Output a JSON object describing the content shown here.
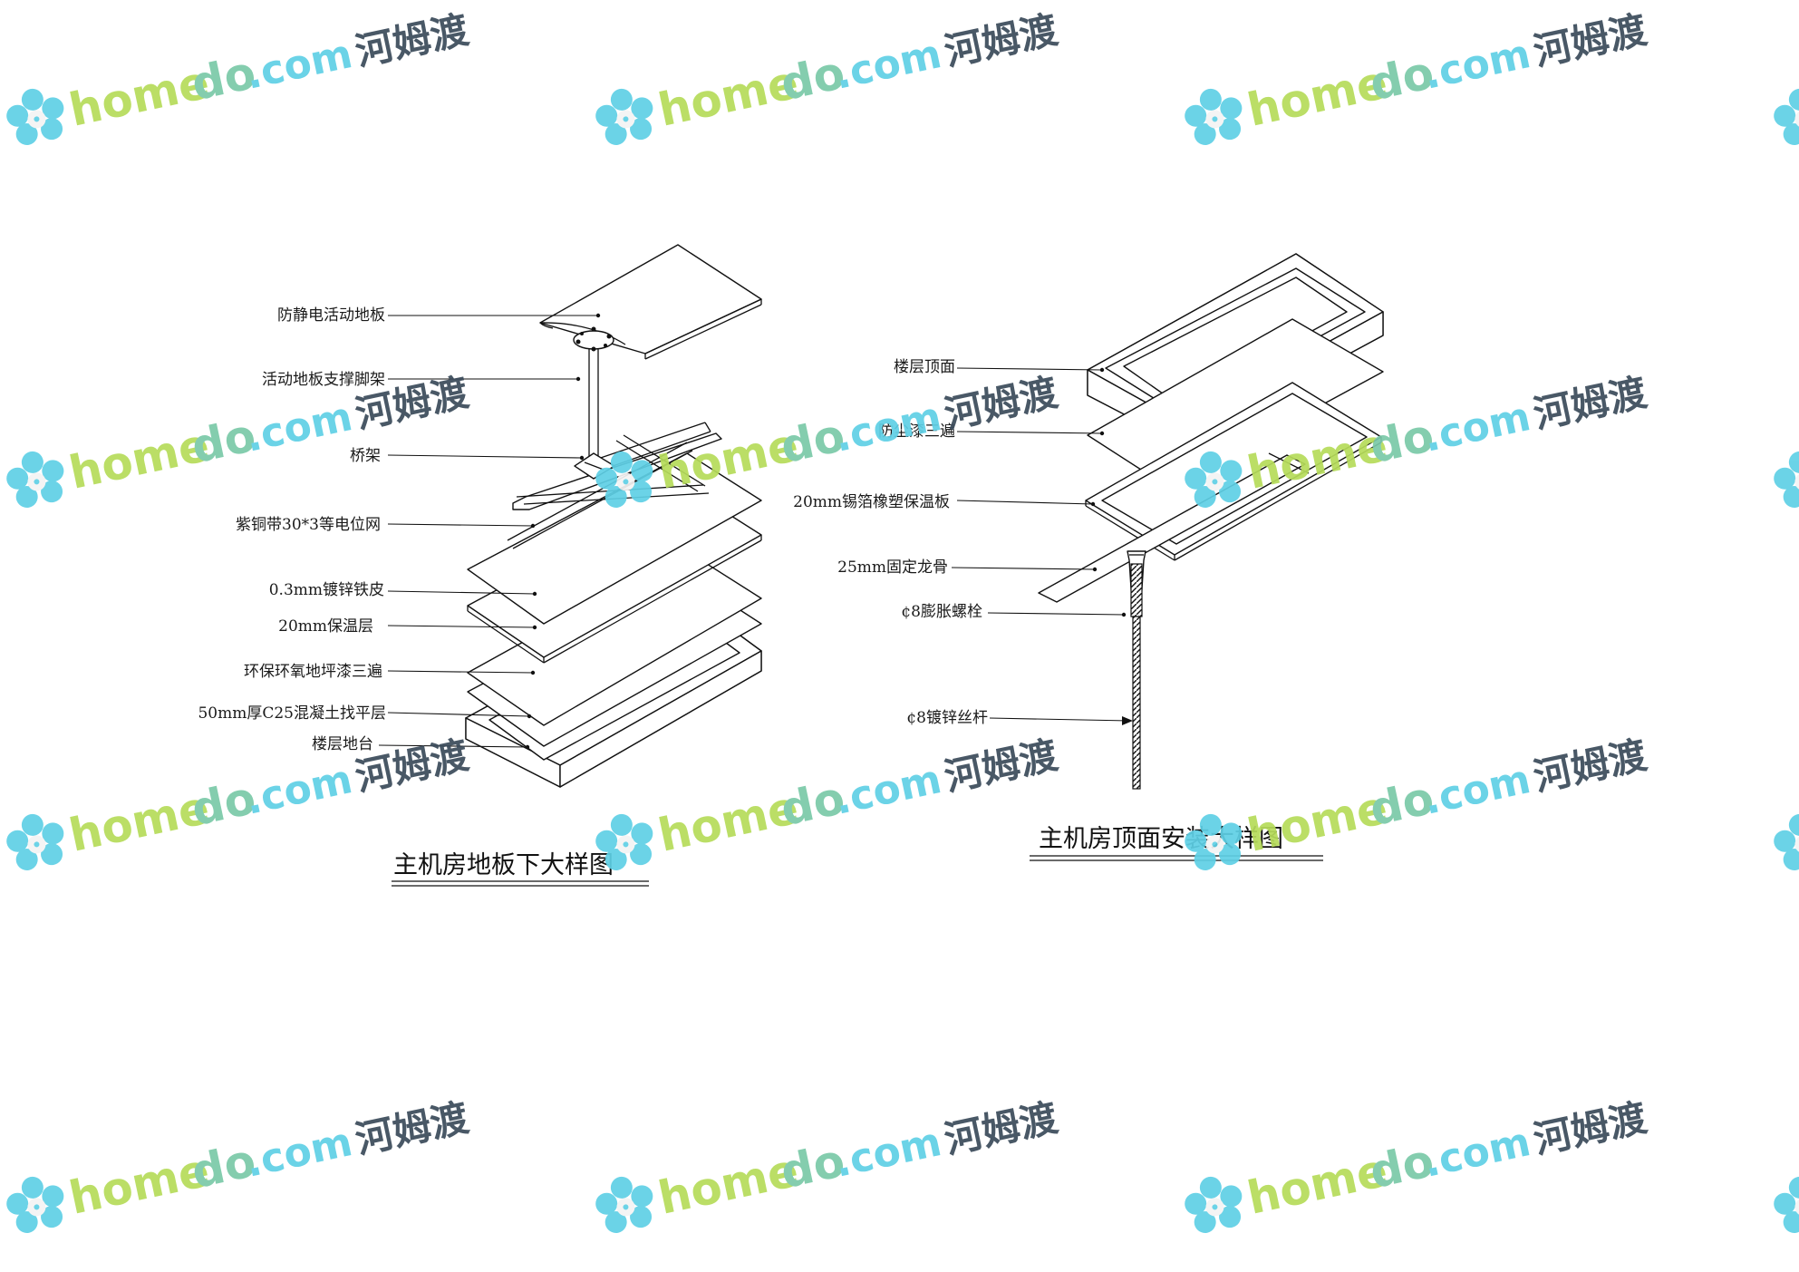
{
  "floor_detail": {
    "title": "主机房地板下大样图",
    "labels": [
      "防静电活动地板",
      "活动地板支撑脚架",
      "桥架",
      "紫铜带30*3等电位网",
      "0.3mm镀锌铁皮",
      "20mm保温层",
      "环保环氧地坪漆三遍",
      "50mm厚C25混凝土找平层",
      "楼层地台"
    ]
  },
  "ceiling_detail": {
    "title": "主机房顶面安装大样图",
    "labels": [
      "楼层顶面",
      "防尘漆三遍",
      "20mm锡箔橡塑保温板",
      "25mm固定龙骨",
      "¢8膨胀螺栓",
      "¢8镀锌丝杆"
    ]
  },
  "watermark": {
    "brand_home": "home",
    "brand_do": "do",
    "brand_com": ".com",
    "brand_cn": "河姆渡",
    "colors": {
      "petal": "#5fd0e6",
      "center": "#f4f4f4",
      "home": "#b6dc5a",
      "do": "#7ac9a8",
      "com": "#5fd0e6",
      "cn": "#3a4a5a"
    }
  }
}
